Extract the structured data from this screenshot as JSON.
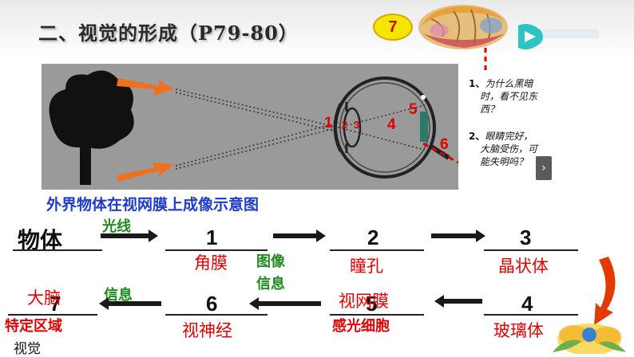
{
  "title": "二、视觉的形成（P79-80）",
  "badge": "7",
  "questions": [
    {
      "num": "1、",
      "lines": [
        "为什么黑暗",
        "时，看不见东",
        "西？"
      ]
    },
    {
      "num": "2、",
      "lines": [
        "眼睛完好，",
        "大脑受伤，可",
        "能失明吗？"
      ]
    }
  ],
  "diagram": {
    "labels": [
      "1",
      "2",
      "3",
      "4",
      "5",
      "6"
    ],
    "caption": "外界物体在视网膜上成像示意图"
  },
  "flow": {
    "object_label": "物体",
    "light_label": "光线",
    "image_info_line1": "图像",
    "image_info_line2": "信息",
    "info_label": "信息",
    "nums": [
      "1",
      "2",
      "3",
      "4",
      "5",
      "6",
      "7"
    ],
    "cornea": "角膜",
    "pupil": "瞳孔",
    "lens": "晶状体",
    "vitreous": "玻璃体",
    "retina": "视网膜",
    "photoreceptor": "感光细胞",
    "optic_nerve": "视神经",
    "brain": "大脑",
    "specific_area": "特定区域",
    "vision": "视觉"
  },
  "nav": {
    "next_icon": "chevron-right-icon"
  },
  "colors": {
    "accent_red": "#e00000",
    "green": "#1f8a1f",
    "blue": "#1e3cc8",
    "badge_yellow": "#f5e600"
  }
}
